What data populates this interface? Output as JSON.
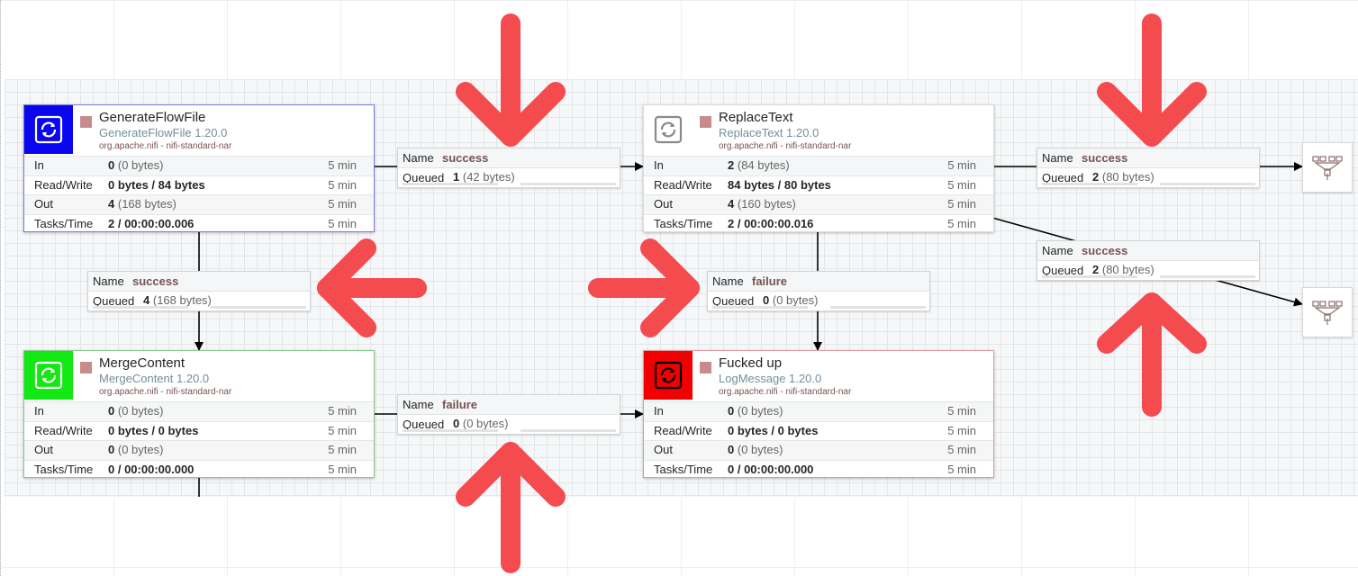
{
  "processors": [
    {
      "id": "generate",
      "name": "GenerateFlowFile",
      "type": "GenerateFlowFile 1.20.0",
      "bundle": "org.apache.nifi - nifi-standard-nar",
      "icon_color": "#0a06f0",
      "stats": {
        "in": {
          "label": "In",
          "value": "0",
          "sub": "(0 bytes)",
          "time": "5 min"
        },
        "rw": {
          "label": "Read/Write",
          "value": "0 bytes / 84 bytes",
          "time": "5 min"
        },
        "out": {
          "label": "Out",
          "value": "4",
          "sub": "(168 bytes)",
          "time": "5 min"
        },
        "tasks": {
          "label": "Tasks/Time",
          "value": "2 / 00:00:00.006",
          "time": "5 min"
        }
      }
    },
    {
      "id": "replace",
      "name": "ReplaceText",
      "type": "ReplaceText 1.20.0",
      "bundle": "org.apache.nifi - nifi-standard-nar",
      "icon_color": "#ffffff",
      "stats": {
        "in": {
          "label": "In",
          "value": "2",
          "sub": "(84 bytes)",
          "time": "5 min"
        },
        "rw": {
          "label": "Read/Write",
          "value": "84 bytes / 80 bytes",
          "time": "5 min"
        },
        "out": {
          "label": "Out",
          "value": "4",
          "sub": "(160 bytes)",
          "time": "5 min"
        },
        "tasks": {
          "label": "Tasks/Time",
          "value": "2 / 00:00:00.016",
          "time": "5 min"
        }
      }
    },
    {
      "id": "merge",
      "name": "MergeContent",
      "type": "MergeContent 1.20.0",
      "bundle": "org.apache.nifi - nifi-standard-nar",
      "icon_color": "#12e812",
      "stats": {
        "in": {
          "label": "In",
          "value": "0",
          "sub": "(0 bytes)",
          "time": "5 min"
        },
        "rw": {
          "label": "Read/Write",
          "value": "0 bytes / 0 bytes",
          "time": "5 min"
        },
        "out": {
          "label": "Out",
          "value": "0",
          "sub": "(0 bytes)",
          "time": "5 min"
        },
        "tasks": {
          "label": "Tasks/Time",
          "value": "0 / 00:00:00.000",
          "time": "5 min"
        }
      }
    },
    {
      "id": "logmsg",
      "name": "Fucked up",
      "type": "LogMessage 1.20.0",
      "bundle": "org.apache.nifi - nifi-standard-nar",
      "icon_color": "#f00000",
      "stats": {
        "in": {
          "label": "In",
          "value": "0",
          "sub": "(0 bytes)",
          "time": "5 min"
        },
        "rw": {
          "label": "Read/Write",
          "value": "0 bytes / 0 bytes",
          "time": "5 min"
        },
        "out": {
          "label": "Out",
          "value": "0",
          "sub": "(0 bytes)",
          "time": "5 min"
        },
        "tasks": {
          "label": "Tasks/Time",
          "value": "0 / 00:00:00.000",
          "time": "5 min"
        }
      }
    }
  ],
  "connections": [
    {
      "id": "c1",
      "name_label": "Name",
      "name": "success",
      "queued_label": "Queued",
      "count": "1",
      "size": "(42 bytes)"
    },
    {
      "id": "c2",
      "name_label": "Name",
      "name": "success",
      "queued_label": "Queued",
      "count": "4",
      "size": "(168 bytes)"
    },
    {
      "id": "c3",
      "name_label": "Name",
      "name": "failure",
      "queued_label": "Queued",
      "count": "0",
      "size": "(0 bytes)"
    },
    {
      "id": "c4",
      "name_label": "Name",
      "name": "failure",
      "queued_label": "Queued",
      "count": "0",
      "size": "(0 bytes)"
    },
    {
      "id": "c5",
      "name_label": "Name",
      "name": "success",
      "queued_label": "Queued",
      "count": "2",
      "size": "(80 bytes)"
    },
    {
      "id": "c6",
      "name_label": "Name",
      "name": "success",
      "queued_label": "Queued",
      "count": "2",
      "size": "(80 bytes)"
    }
  ],
  "funnels": [
    {
      "id": "f1",
      "icon": "funnel-icon"
    },
    {
      "id": "f2",
      "icon": "funnel-icon"
    }
  ],
  "colors": {
    "stop_indicator": "#c78b8b",
    "annotation_arrow": "#f44b4f",
    "relationship_text": "#775351",
    "processor_type_text": "#728e9b"
  }
}
